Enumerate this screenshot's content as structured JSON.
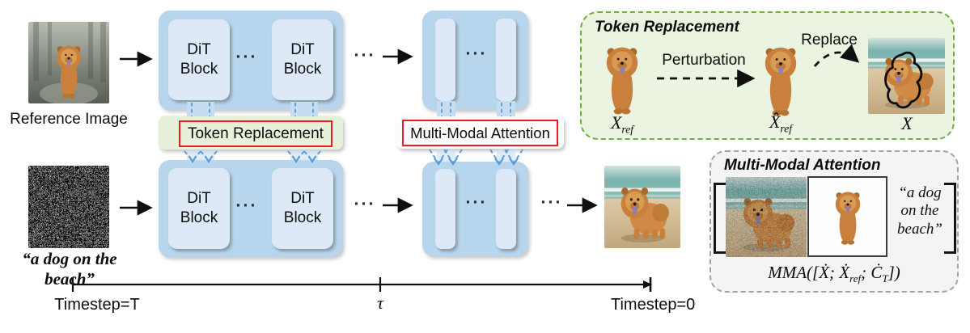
{
  "left_column": {
    "reference_caption": "Reference Image",
    "prompt_caption": "“a dog on the beach”"
  },
  "pipeline": {
    "dit_block_label": "DiT Block",
    "ellipsis": "···",
    "token_replacement_tag": "Token Replacement",
    "multi_modal_attention_tag": "Multi-Modal Attention"
  },
  "timeline": {
    "start_label": "Timestep=T",
    "mid_label": "τ",
    "end_label": "Timestep=0"
  },
  "token_replacement_panel": {
    "title": "Token Replacement",
    "perturbation_label": "Perturbation",
    "replace_label": "Replace",
    "x_ref": {
      "base": "X",
      "sub": "ref"
    },
    "x_hat_ref": {
      "base": "X̂",
      "sub": "ref"
    },
    "x_label": "X"
  },
  "mma_panel": {
    "title": "Multi-Modal Attention",
    "prompt_lines": "“a dog\non the\nbeach”",
    "formula": {
      "head": "MMA",
      "open": "([",
      "x_dot": "Ẋ",
      "sep1": "; ",
      "x_dot_ref_base": "Ẋ",
      "x_dot_ref_sub": "ref",
      "sep2": "; ",
      "c_dot_base": "Ċ",
      "c_dot_sub": "T",
      "close": "])"
    }
  },
  "icons": {
    "arrow_right_icon": "→",
    "dashed_arrow_icon": "⇢",
    "down_arrowhead_icon": "⌄"
  },
  "colors": {
    "container_blue": "#b7d5ed",
    "block_blue": "#dde9f6",
    "connector_blue": "#5b9bd5",
    "tag_border_red": "#ec1c24",
    "token_band_green": "#e7f1da",
    "panel_green_fill": "#eaf4e0",
    "panel_green_border": "#70ad47",
    "panel_gray_fill": "#f4f4f4",
    "panel_gray_border": "#a3a3a3"
  }
}
